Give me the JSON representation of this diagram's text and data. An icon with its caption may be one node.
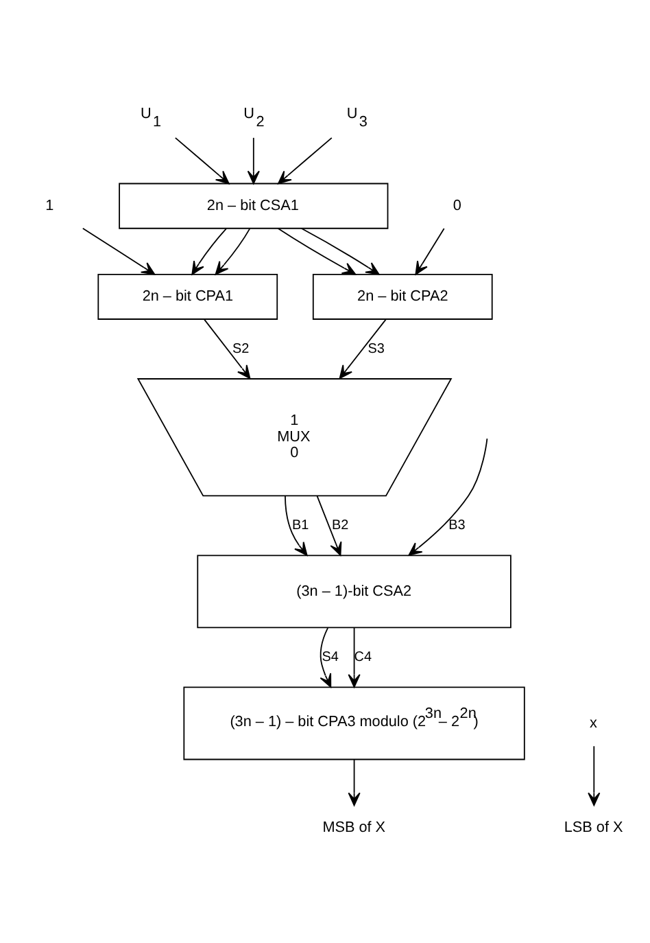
{
  "diagram": {
    "nodes": [
      {
        "text": [
          "U$_{1}$"
        ]
      },
      {
        "text": [
          "U$_{2}$"
        ]
      },
      {
        "text": [
          "U$_{3}$"
        ]
      },
      {
        "text": [
          "2n – bit CSA1"
        ]
      },
      {
        "text": [
          "2n – bit CPA1"
        ]
      },
      {
        "text": [
          "1"
        ]
      },
      {
        "text": [
          "2n – bit CPA2"
        ]
      },
      {
        "text": [
          "0"
        ]
      },
      {
        "text": [
          "1",
          "MUX",
          "0"
        ]
      },
      {
        "text": [
          "(3n – 1)-bit CSA2"
        ]
      },
      {
        "text": [
          "(3n – 1) – bit CPA3 modulo (2$^{3n}$– 2$^{2n}$)"
        ]
      },
      {
        "text": [
          "MSB of X"
        ]
      },
      {
        "text": [
          "x"
        ]
      },
      {
        "text": [
          "LSB of X"
        ]
      }
    ],
    "edges": [
      {
        "from": 0,
        "to": 3,
        "arrow": "to"
      },
      {
        "from": 1,
        "to": 3,
        "arrow": "to"
      },
      {
        "from": 2,
        "to": 3,
        "arrow": "to"
      },
      {
        "from": 3,
        "to": 4,
        "arrow": "to"
      },
      {
        "from": 3,
        "to": 4,
        "arrow": "to"
      },
      {
        "from": 3,
        "to": 6,
        "arrow": "to"
      },
      {
        "from": 3,
        "to": 6,
        "arrow": "to"
      },
      {
        "from": 5,
        "to": 4,
        "arrow": "to"
      },
      {
        "from": 7,
        "to": 6,
        "arrow": "to"
      },
      {
        "from": 4,
        "to": 8,
        "arrow": "to",
        "label": "S2"
      },
      {
        "from": 6,
        "to": 8,
        "arrow": "to",
        "label": "S3"
      },
      {
        "from": 8,
        "to": 9,
        "arrow": "to",
        "label": "B1"
      },
      {
        "from": 8,
        "to": 9,
        "arrow": "to",
        "label": "B2"
      },
      {
        "from": null,
        "to": 9,
        "arrow": "to",
        "label": "B3"
      },
      {
        "from": 9,
        "to": 10,
        "arrow": "to",
        "label": "S4"
      },
      {
        "from": 9,
        "to": 10,
        "arrow": "to",
        "label": "C4"
      },
      {
        "from": 10,
        "to": 11,
        "arrow": "to"
      },
      {
        "from": 12,
        "to": 13,
        "arrow": "to"
      }
    ]
  }
}
